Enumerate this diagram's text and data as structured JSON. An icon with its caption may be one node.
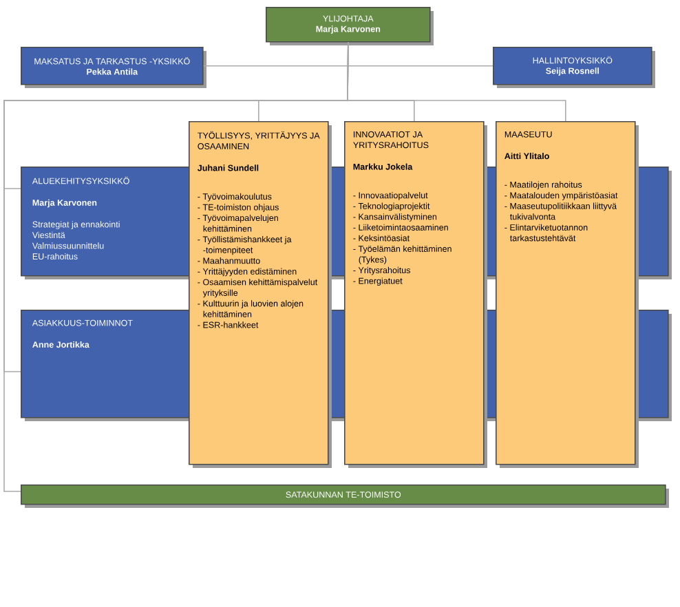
{
  "diagram": {
    "nodes": [
      {
        "text": [
          "YLIJOHTAJA",
          "Marja Karvonen"
        ]
      },
      {
        "text": [
          "MAKSATUS JA TARKASTUS -YKSIKKÖ",
          "Pekka Antila"
        ]
      },
      {
        "text": [
          "HALLINTOYKSIKKÖ",
          "Seija Rosnell"
        ]
      },
      {
        "text": [
          "ALUEKEHITYSYKSIKKÖ",
          "Marja Karvonen",
          "Strategiat ja ennakointi",
          "Viestintä",
          "Valmiussuunnittelu",
          "EU-rahoitus"
        ]
      },
      {
        "text": [
          "TYÖLLISYYS, YRITTÄJYYS JA OSAAMINEN",
          "Juhani Sundell",
          "- Työvoimakoulutus",
          "- TE-toimiston ohjaus",
          "- Työvoimapalvelujen kehittäminen",
          "- Työllistämishankkeet ja -toimenpiteet",
          "- Maahanmuutto",
          "- Yrittäjyyden edistäminen",
          "- Osaamisen kehittämispalvelut yrityksille",
          "- Kulttuurin ja luovien alojen kehittäminen",
          "- ESR-hankkeet"
        ]
      },
      {
        "text": [
          "INNOVAATIOT JA YRITYSRAHOITUS",
          "Markku Jokela",
          "- Innovaatiopalvelut",
          "- Teknologiaprojektit",
          "- Kansainvälistyminen",
          "- Liiketoimintaosaaminen",
          "- Keksintöasiat",
          "- Työelämän kehittäminen (Tykes)",
          "- Yritysrahoitus",
          "- Energiatuet"
        ]
      },
      {
        "text": [
          "MAASEUTU",
          "Aitti Ylitalo",
          "- Maatilojen rahoitus",
          "- Maatalouden ympäristöasiat",
          "- Maaseutupolitiikkaan liittyvä tukivalvonta",
          "- Elintarviketuotannon tarkastustehtävät"
        ]
      },
      {
        "text": [
          "ASIAKKUUS-TOIMINNOT",
          "Anne Jortikka"
        ]
      },
      {
        "text": [
          "SATAKUNNAN TE-TOIMISTO"
        ]
      }
    ],
    "edges": [
      {
        "from": 0,
        "to": 1,
        "arrow": "none"
      },
      {
        "from": 0,
        "to": 2,
        "arrow": "none"
      },
      {
        "from": 0,
        "to": 3,
        "arrow": "none"
      },
      {
        "from": 0,
        "to": 4,
        "arrow": "none"
      },
      {
        "from": 0,
        "to": 5,
        "arrow": "none"
      },
      {
        "from": 0,
        "to": 6,
        "arrow": "none"
      },
      {
        "from": 0,
        "to": 7,
        "arrow": "none"
      },
      {
        "from": 0,
        "to": 8,
        "arrow": "none"
      }
    ]
  }
}
